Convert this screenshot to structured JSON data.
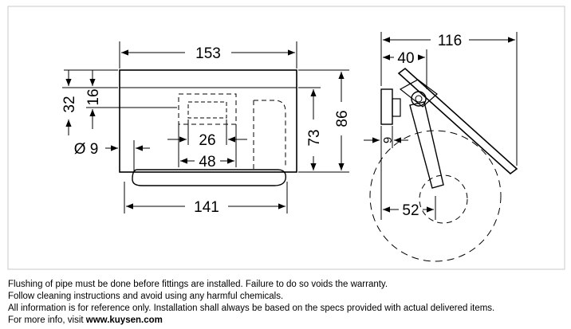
{
  "front_view": {
    "dim_width_top": "153",
    "dim_width_bottom": "141",
    "dim_height_total": "86",
    "dim_height_inner": "73",
    "dim_left_32": "32",
    "dim_left_16": "16",
    "dim_pipe": "Ø 9",
    "dim_inner_26": "26",
    "dim_inner_48": "48"
  },
  "side_view": {
    "dim_depth": "116",
    "dim_bracket": "40",
    "dim_small": "9",
    "dim_radius": "52"
  },
  "notes": {
    "line1": "Flushing of pipe must be done before fittings are installed. Failure to do so voids the warranty.",
    "line2": "Follow cleaning instructions and avoid using any harmful chemicals.",
    "line3": "All information is for reference only. Installation shall always be based on the specs provided with actual delivered items.",
    "line4_prefix": "For more info, visit ",
    "line4_link": "www.kuysen.com"
  }
}
